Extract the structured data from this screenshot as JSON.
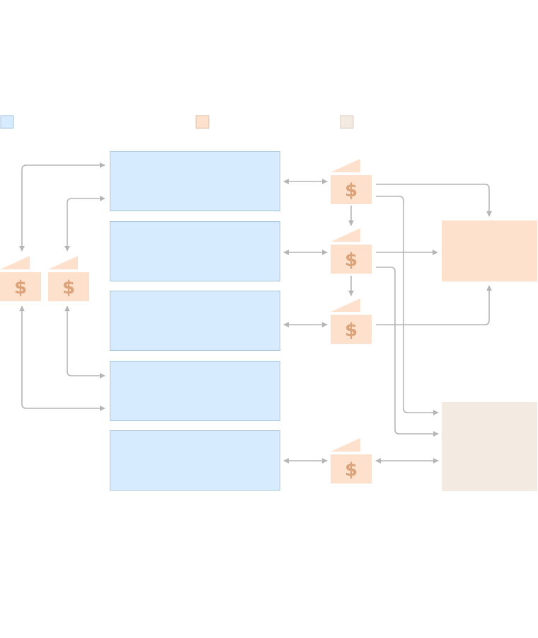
{
  "colors": {
    "component_fill": "#d6ebfd",
    "component_stroke": "#a9c6df",
    "cost_fill": "#fde1cc",
    "cost_symbol": "#dca27a",
    "store_fill": "#f3ebe1",
    "connector": "#b5b5b5"
  },
  "legend": [
    {
      "icon": "blue-square",
      "color": "#d6ebfd"
    },
    {
      "icon": "orange-square",
      "color": "#fde1cc"
    },
    {
      "icon": "beige-square",
      "color": "#f3ebe1"
    }
  ],
  "icons": {
    "cost_symbol": "$"
  }
}
